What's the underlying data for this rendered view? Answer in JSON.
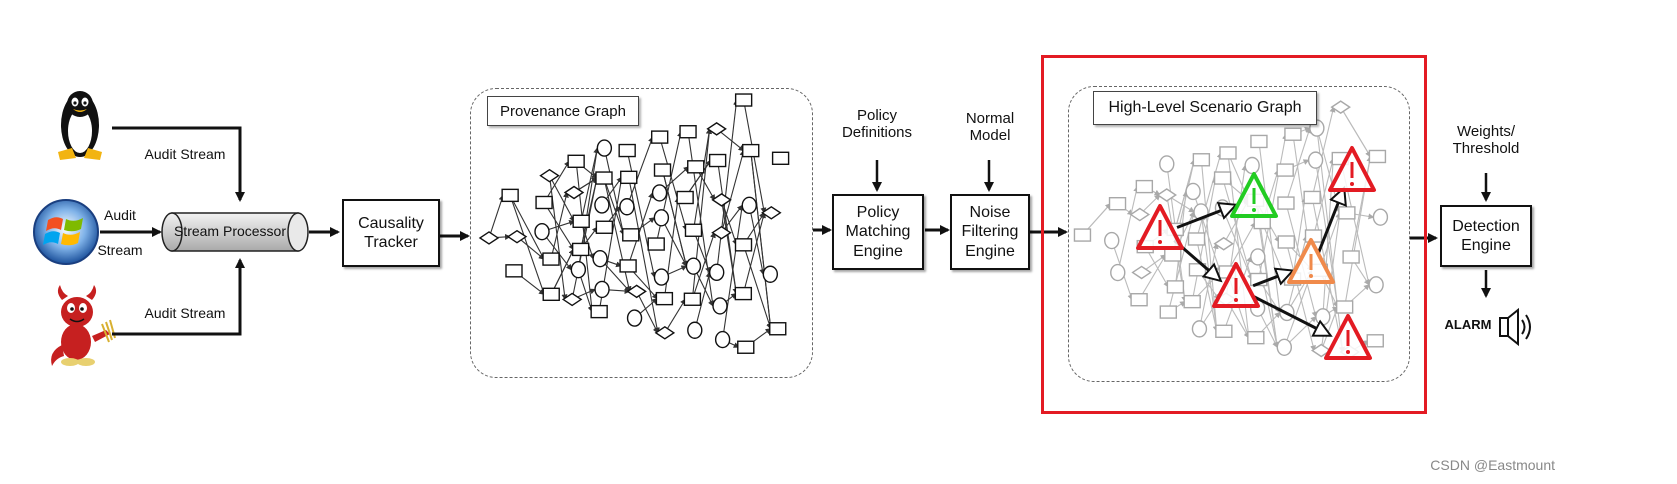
{
  "sources": {
    "linux_stream_label": "Audit Stream",
    "windows_stream_label_1": "Audit",
    "windows_stream_label_2": "Stream",
    "bsd_stream_label": "Audit Stream"
  },
  "stream_processor": {
    "label": "Stream Processor"
  },
  "causality_tracker": {
    "label": "Causality Tracker"
  },
  "provenance_graph": {
    "title": "Provenance Graph"
  },
  "policy": {
    "input_label": "Policy Definitions",
    "engine_label": "Policy Matching Engine"
  },
  "noise": {
    "input_label": "Normal Model",
    "engine_label": "Noise Filtering Engine"
  },
  "scenario_graph": {
    "title": "High-Level Scenario Graph",
    "highlight_color": "#e31b23",
    "alert_colors": {
      "red": "#e31b23",
      "green": "#22cc22",
      "orange": "#f08a4b"
    }
  },
  "detection": {
    "input_label": "Weights/ Threshold",
    "engine_label": "Detection Engine",
    "alarm_label": "ALARM"
  },
  "watermark": "CSDN @Eastmount"
}
